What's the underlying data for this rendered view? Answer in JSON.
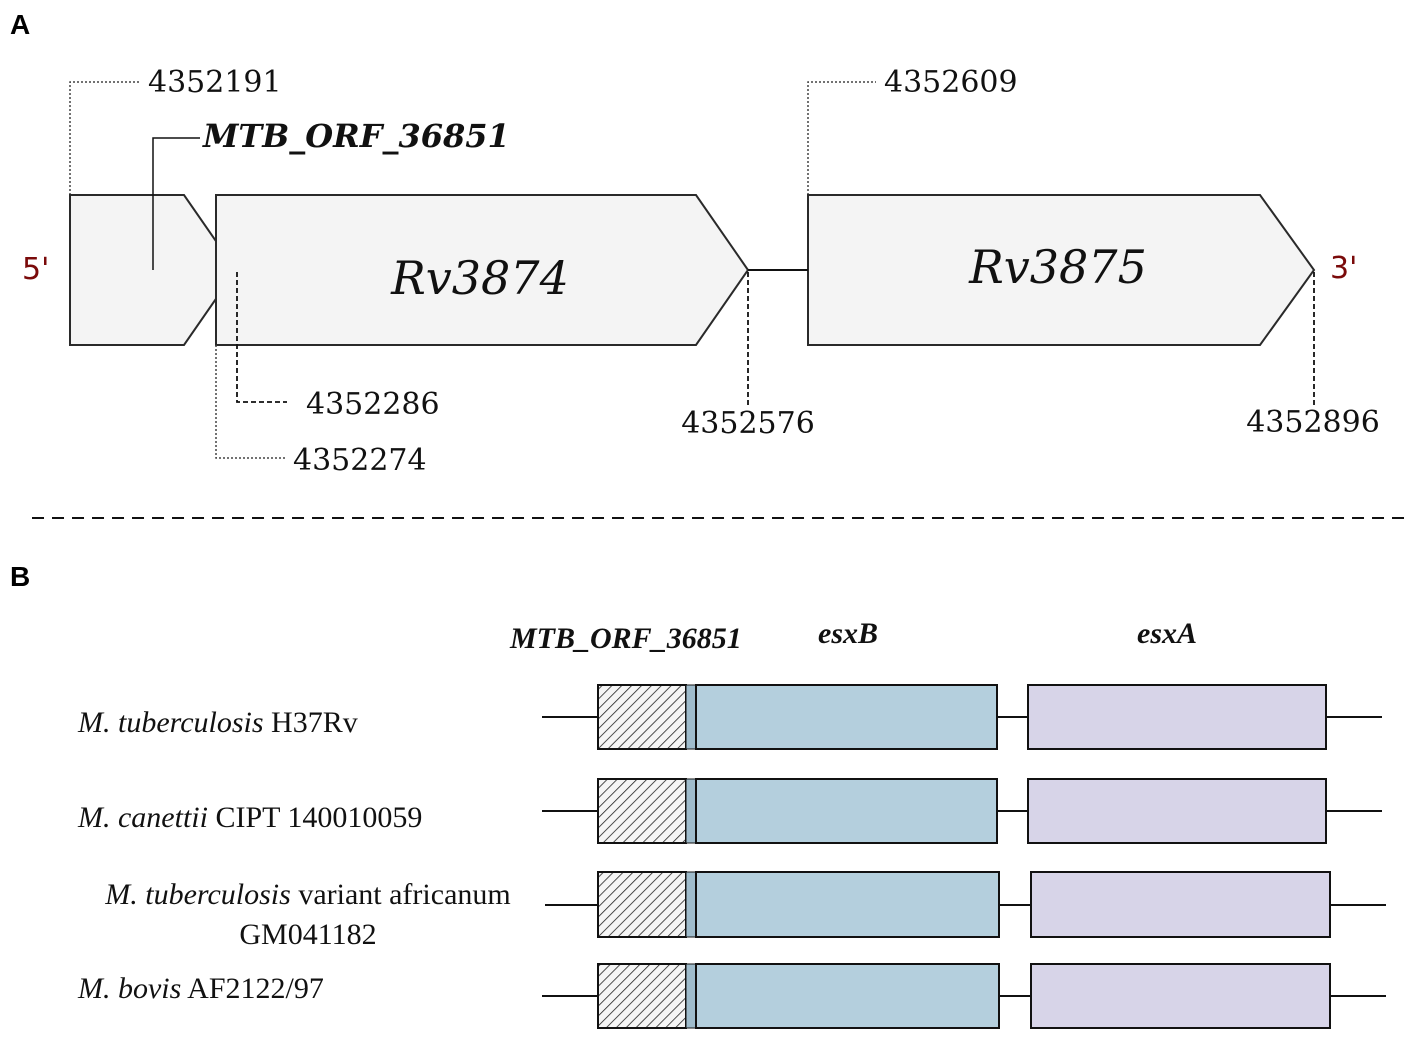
{
  "panel_a": {
    "label": "A",
    "five_prime": "5'",
    "three_prime": "3'",
    "orf_label": "MTB_ORF_36851",
    "genes": [
      {
        "name": "Rv3874"
      },
      {
        "name": "Rv3875"
      }
    ],
    "coordinates": {
      "orf_start": "4352191",
      "rv3875_start": "4352609",
      "orf_end": "4352286",
      "rv3874_start": "4352274",
      "rv3874_end": "4352576",
      "rv3875_end": "4352896"
    }
  },
  "panel_b": {
    "label": "B",
    "headers": {
      "orf": "MTB_ORF_36851",
      "gene1": "esxB",
      "gene2": "esxA"
    },
    "strains": [
      {
        "species": "M. tuberculosis",
        "suffix": " H37Rv"
      },
      {
        "species": "M. canettii",
        "suffix": " CIPT 140010059"
      },
      {
        "species": "M. tuberculosis",
        "suffix": " variant africanum",
        "line2": "GM041182"
      },
      {
        "species": "M. bovis",
        "suffix": " AF2122/97"
      }
    ]
  },
  "colors": {
    "esxB_fill": "#b4cfdd",
    "esxA_fill": "#d7d4e8",
    "arrow_fill": "#f4f4f4",
    "prime_text": "#7a0a0a"
  }
}
